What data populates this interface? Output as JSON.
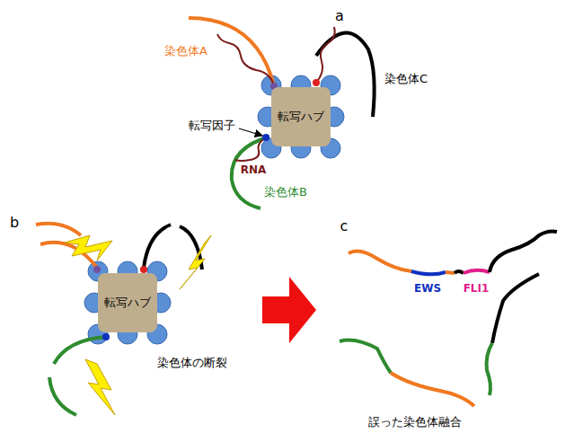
{
  "diagram": {
    "nodes": [
      {
        "text": [
          "転写ハブ"
        ]
      },
      {
        "text": [
          "転写ハブ"
        ]
      }
    ],
    "labels": [
      "a",
      "染色体A",
      "染色体C",
      "転写因子",
      "RNA",
      "染色体B",
      "b",
      "染色体の断裂",
      "c",
      "EWS",
      "FLI1",
      "誤った染色体融合"
    ]
  }
}
